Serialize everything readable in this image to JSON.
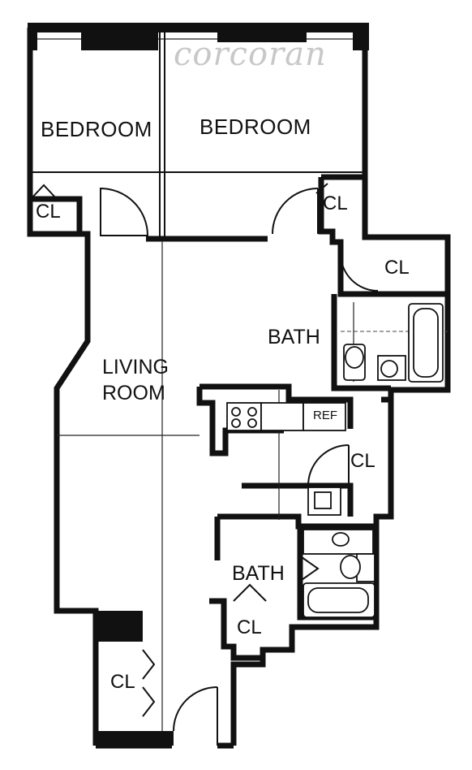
{
  "watermark": "corcoran",
  "rooms": {
    "bedroom_left": "BEDROOM",
    "bedroom_right": "BEDROOM",
    "living_line1": "LIVING",
    "living_line2": "ROOM",
    "bath_upper": "BATH",
    "bath_lower": "BATH",
    "ref": "REF"
  },
  "closets": {
    "cl_bedroom_left": "CL",
    "cl_bedroom_right": "CL",
    "cl_upper_right": "CL",
    "cl_middle_right": "CL",
    "cl_lower_center": "CL",
    "cl_entry": "CL"
  }
}
